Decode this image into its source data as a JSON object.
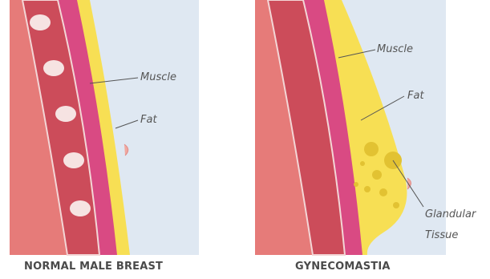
{
  "panels": [
    {
      "caption": "NORMAL MALE BREAST",
      "labels": {
        "muscle": "Muscle",
        "fat": "Fat"
      }
    },
    {
      "caption": "GYNECOMASTIA",
      "labels": {
        "muscle": "Muscle",
        "fat": "Fat",
        "glandular_line1": "Glandular",
        "glandular_line2": "Tissue"
      }
    }
  ],
  "colors": {
    "background": "#dfe8f2",
    "skin": "#e67b79",
    "rib_cage": "#cc4c5a",
    "rib": "#f6e3e2",
    "muscle": "#d94a83",
    "fat": "#f7df54",
    "gland": "#e2c232"
  }
}
